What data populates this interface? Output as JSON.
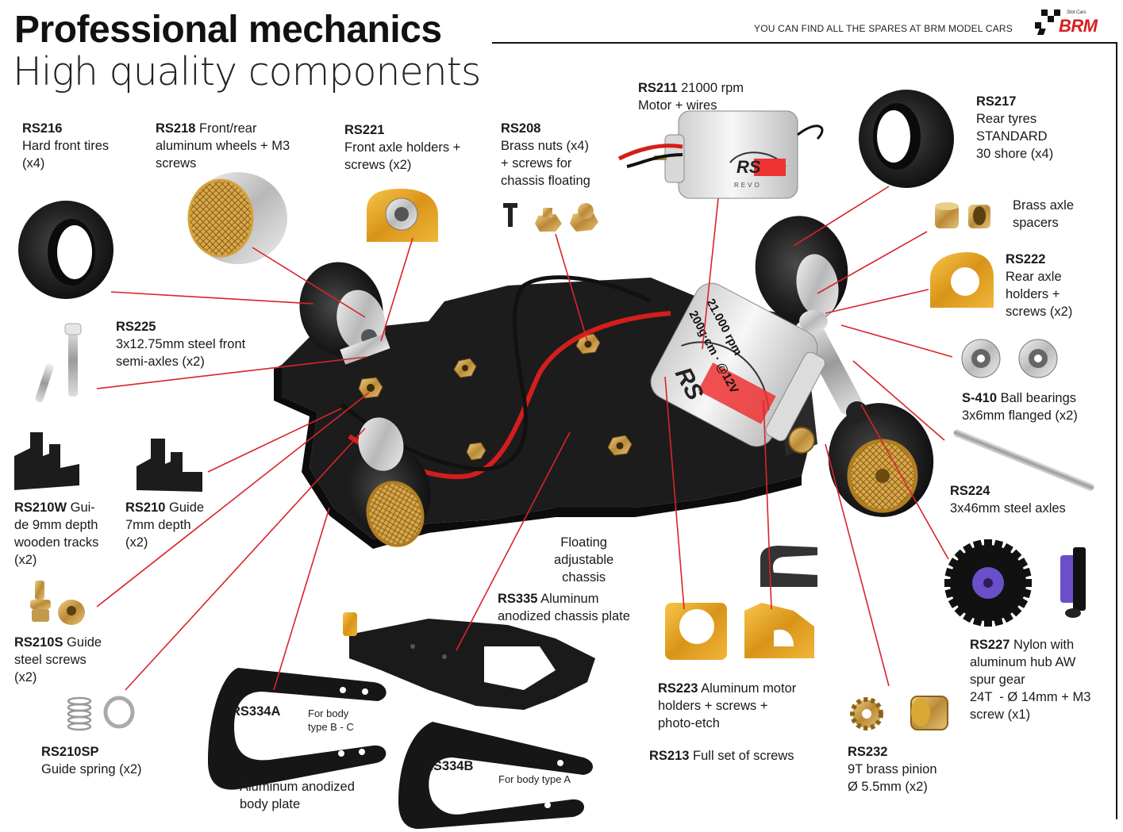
{
  "header": {
    "title": "Professional mechanics",
    "subtitle": "High quality components",
    "tagline": "YOU CAN FIND ALL THE SPARES AT BRM MODEL CARS",
    "brand": "BRM",
    "brand_small": "Slot Cars"
  },
  "labels": {
    "rs216": {
      "code": "RS216",
      "desc": "Hard front tires\n(x4)"
    },
    "rs218": {
      "code": "RS218",
      "inline": " Front/rear",
      "desc": "aluminum wheels + M3\nscrews"
    },
    "rs221": {
      "code": "RS221",
      "desc": "Front axle holders +\nscrews (x2)"
    },
    "rs208": {
      "code": "RS208",
      "desc": "Brass nuts (x4)\n+ screws for\nchassis floating"
    },
    "rs211": {
      "code": "RS211",
      "inline": " 21000 rpm",
      "desc": "Motor + wires"
    },
    "rs217": {
      "code": "RS217",
      "desc": "Rear tyres\nSTANDARD\n30 shore (x4)"
    },
    "brass_spacers": {
      "desc": "Brass axle\nspacers"
    },
    "rs222": {
      "code": "RS222",
      "desc": "Rear axle\nholders +\nscrews (x2)"
    },
    "rs225": {
      "code": "RS225",
      "desc": "3x12.75mm steel front\nsemi-axles (x2)"
    },
    "s410": {
      "code": "S-410",
      "inline": " Ball bearings",
      "desc": "3x6mm flanged (x2)"
    },
    "rs224": {
      "code": "RS224",
      "desc": "3x46mm steel axles"
    },
    "rs210w": {
      "code": "RS210W",
      "inline": " Gui-",
      "desc": "de 9mm depth\nwooden tracks\n(x2)"
    },
    "rs210": {
      "code": "RS210",
      "inline": " Guide",
      "desc": "7mm depth\n(x2)"
    },
    "floating": {
      "desc": "Floating\nadjustable\nchassis"
    },
    "rs335": {
      "code": "RS335",
      "inline": " Aluminum",
      "desc": "anodized chassis plate"
    },
    "rs210s": {
      "code": "RS210S",
      "inline": " Guide",
      "desc": "steel screws\n(x2)"
    },
    "rs227": {
      "code": "RS227",
      "inline": " Nylon with",
      "desc": "aluminum hub AW\nspur gear\n24T  - Ø 14mm + M3\nscrew (x1)"
    },
    "rs223": {
      "code": "RS223",
      "inline": " Aluminum motor",
      "desc": "holders + screws +\nphoto-etch"
    },
    "rs213": {
      "code": "RS213",
      "inline": " Full set of screws"
    },
    "rs232": {
      "code": "RS232",
      "desc": "9T brass pinion\nØ 5.5mm (x2)"
    },
    "rs210sp": {
      "code": "RS210SP",
      "desc": "Guide spring (x2)"
    },
    "rs334a": {
      "code": "RS334A",
      "note": "For body\ntype B - C"
    },
    "rs334b": {
      "code": "RS334B",
      "note": "For body type A"
    },
    "body_plate": {
      "desc": "Aluminum anodized\nbody plate"
    }
  },
  "motor_text": {
    "rpm": "21.000 rpm",
    "torque": "200g·cm · @12V",
    "logo": "RS",
    "logo_sub": "REVO"
  },
  "colors": {
    "leader": "#d8242a",
    "gold": "#e9a52a",
    "brass": "#c9a050",
    "tire": "#1d1d1d",
    "chassis": "#1b1b1b",
    "purple": "#6a4fc9"
  }
}
